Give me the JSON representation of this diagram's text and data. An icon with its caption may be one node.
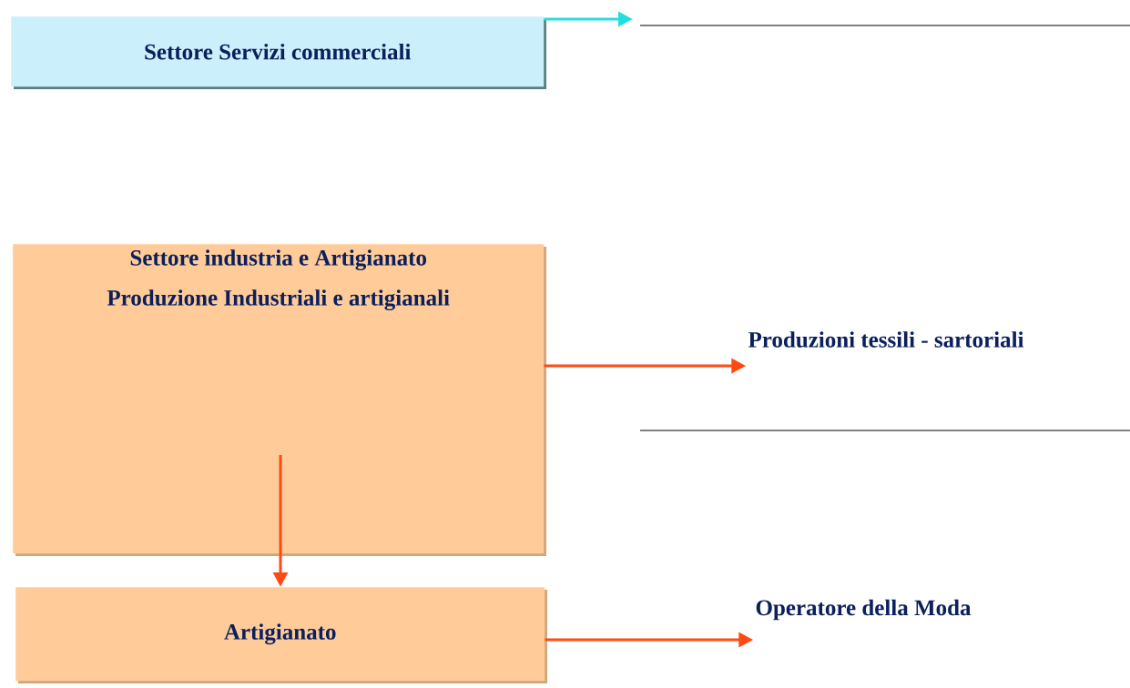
{
  "diagram": {
    "nodes": [
      {
        "text": [
          "Settore Servizi commerciali"
        ]
      },
      {
        "text": [
          "Settore industria e Artigianato",
          "Produzione Industriali e artigianali"
        ]
      },
      {
        "text": [
          "Artigianato"
        ]
      },
      {
        "text": [
          "Produzioni tessili - sartoriali"
        ]
      },
      {
        "text": [
          "Operatore della Moda"
        ]
      }
    ],
    "edges": [
      {
        "from": 0,
        "to": null,
        "arrow": "to",
        "color": "#22dede"
      },
      {
        "from": 1,
        "to": 3,
        "arrow": "to"
      },
      {
        "from": 1,
        "to": 2,
        "arrow": "to"
      },
      {
        "from": 2,
        "to": 4,
        "arrow": "to"
      }
    ]
  }
}
